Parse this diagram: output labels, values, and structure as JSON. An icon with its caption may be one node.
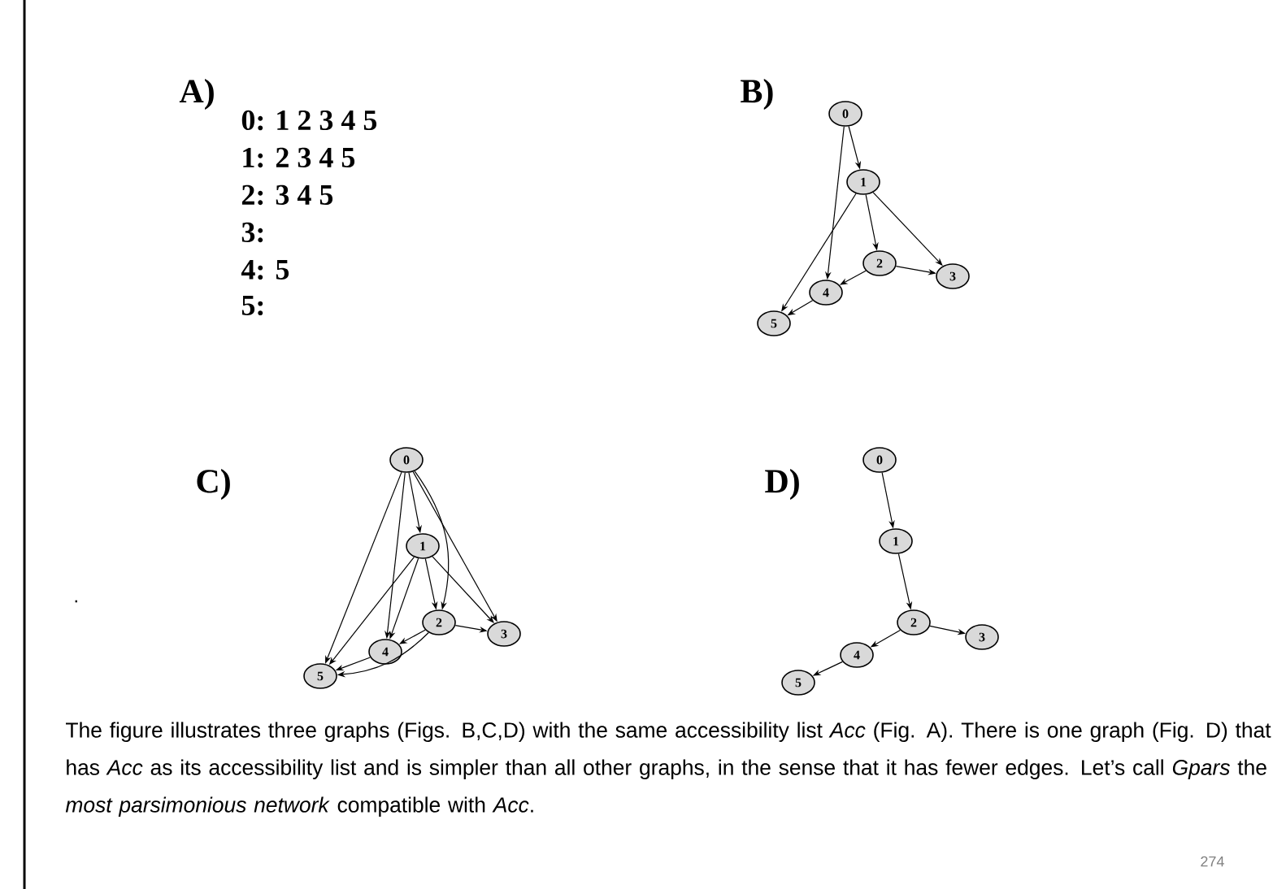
{
  "diagram": {
    "caption": "The figure illustrates three graphs (Figs. B,C,D) with the same accessibility list *Acc* (Fig. A). There is one graph (Fig. D) that has *Acc* as its accessibility list and is simpler than all other graphs, in the sense that it has fewer edges. Let’s call *Gpars* the *most parsimonious network* compatible with *Acc*.",
    "nodes": [
      {
        "text": [
          "0"
        ]
      },
      {
        "text": [
          "1"
        ]
      },
      {
        "text": [
          "2"
        ]
      },
      {
        "text": [
          "3"
        ]
      },
      {
        "text": [
          "4"
        ]
      },
      {
        "text": [
          "5"
        ]
      },
      {
        "text": [
          "0"
        ]
      },
      {
        "text": [
          "1"
        ]
      },
      {
        "text": [
          "2"
        ]
      },
      {
        "text": [
          "3"
        ]
      },
      {
        "text": [
          "4"
        ]
      },
      {
        "text": [
          "5"
        ]
      },
      {
        "text": [
          "0"
        ]
      },
      {
        "text": [
          "1"
        ]
      },
      {
        "text": [
          "2"
        ]
      },
      {
        "text": [
          "3"
        ]
      },
      {
        "text": [
          "4"
        ]
      },
      {
        "text": [
          "5"
        ]
      }
    ],
    "edges": [
      {
        "from": 0,
        "to": 1,
        "arrow": "to"
      },
      {
        "from": 0,
        "to": 4,
        "arrow": "to"
      },
      {
        "from": 1,
        "to": 2,
        "arrow": "to"
      },
      {
        "from": 1,
        "to": 3,
        "arrow": "to"
      },
      {
        "from": 1,
        "to": 5,
        "arrow": "to"
      },
      {
        "from": 2,
        "to": 3,
        "arrow": "to"
      },
      {
        "from": 2,
        "to": 4,
        "arrow": "to"
      },
      {
        "from": 4,
        "to": 5,
        "arrow": "to"
      },
      {
        "from": 6,
        "to": 7,
        "arrow": "to"
      },
      {
        "from": 6,
        "to": 8,
        "arrow": "to"
      },
      {
        "from": 6,
        "to": 9,
        "arrow": "to"
      },
      {
        "from": 6,
        "to": 10,
        "arrow": "to"
      },
      {
        "from": 6,
        "to": 11,
        "arrow": "to"
      },
      {
        "from": 7,
        "to": 8,
        "arrow": "to"
      },
      {
        "from": 7,
        "to": 9,
        "arrow": "to"
      },
      {
        "from": 7,
        "to": 10,
        "arrow": "to"
      },
      {
        "from": 7,
        "to": 11,
        "arrow": "to"
      },
      {
        "from": 8,
        "to": 9,
        "arrow": "to"
      },
      {
        "from": 8,
        "to": 10,
        "arrow": "to"
      },
      {
        "from": 8,
        "to": 11,
        "arrow": "to"
      },
      {
        "from": 10,
        "to": 11,
        "arrow": "to"
      },
      {
        "from": 12,
        "to": 13,
        "arrow": "to"
      },
      {
        "from": 13,
        "to": 14,
        "arrow": "to"
      },
      {
        "from": 14,
        "to": 15,
        "arrow": "to"
      },
      {
        "from": 14,
        "to": 16,
        "arrow": "to"
      },
      {
        "from": 16,
        "to": 17,
        "arrow": "to"
      }
    ],
    "labels": [
      "A)",
      "0: 1 2 3 4 5",
      "1: 2 3 4 5",
      "2: 3 4 5",
      "3:",
      "4: 5",
      "5:",
      "B)",
      "C)",
      "D)",
      ".",
      "274"
    ]
  }
}
